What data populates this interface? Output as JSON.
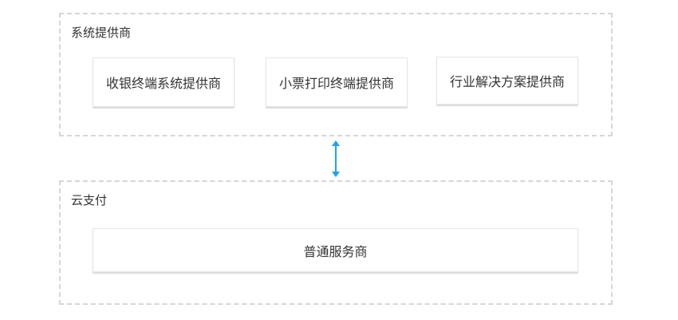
{
  "top_group": {
    "title": "系统提供商",
    "items": [
      "收银终端系统提供商",
      "小票打印终端提供商",
      "行业解决方案提供商"
    ]
  },
  "bottom_group": {
    "title": "云支付",
    "items": [
      "普通服务商"
    ]
  },
  "connector": {
    "type": "bidirectional-arrow",
    "color": "#1aa3f5"
  }
}
